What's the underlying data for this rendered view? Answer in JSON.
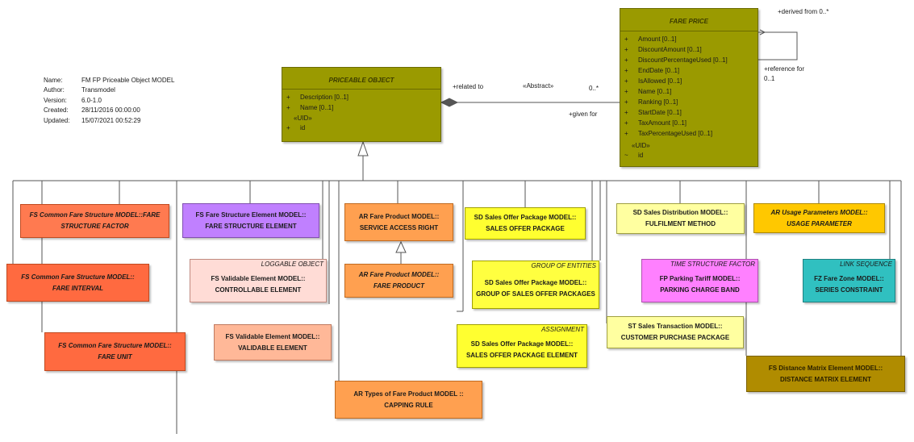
{
  "metadata": {
    "name_label": "Name:",
    "name": "FM FP Priceable Object MODEL",
    "author_label": "Author:",
    "author": "Transmodel",
    "version_label": "Version:",
    "version": "6.0-1.0",
    "created_label": "Created:",
    "created": "28/11/2016 00:00:00",
    "updated_label": "Updated:",
    "updated": "15/07/2021 00:52:29"
  },
  "priceable_object": {
    "title": "PRICEABLE OBJECT",
    "attributes": [
      {
        "vis": "+",
        "text": "Description [0..1]"
      },
      {
        "vis": "+",
        "text": "Name [0..1]"
      }
    ],
    "stereotype": "«UID»",
    "uid_vis": "+",
    "uid": "id"
  },
  "fare_price": {
    "title": "FARE PRICE",
    "attributes": [
      {
        "vis": "+",
        "text": "Amount [0..1]"
      },
      {
        "vis": "+",
        "text": "DiscountAmount [0..1]"
      },
      {
        "vis": "+",
        "text": "DiscountPercentageUsed [0..1]"
      },
      {
        "vis": "+",
        "text": "EndDate [0..1]"
      },
      {
        "vis": "+",
        "text": "IsAllowed [0..1]"
      },
      {
        "vis": "+",
        "text": "Name [0..1]"
      },
      {
        "vis": "+",
        "text": "Ranking [0..1]"
      },
      {
        "vis": "+",
        "text": "StartDate [0..1]"
      },
      {
        "vis": "+",
        "text": "TaxAmount [0..1]"
      },
      {
        "vis": "+",
        "text": "TaxPercentageUsed [0..1]"
      }
    ],
    "stereotype": "«UID»",
    "uid_vis": "~",
    "uid": "id"
  },
  "connector_labels": {
    "related_to": "+related to",
    "abstract": "«Abstract»",
    "mult": "0..*",
    "given_for": "+given for",
    "derived_from": "+derived from 0..*",
    "reference_for": "+reference for",
    "reference_mult": "0..1"
  },
  "boxes": [
    {
      "id": "fs-fare-structure-factor",
      "tag": "",
      "line1": "FS Common Fare Structure MODEL::FARE",
      "line2": "STRUCTURE FACTOR",
      "fill": "#ff7a50",
      "border": "#c04a20",
      "style": "it"
    },
    {
      "id": "fs-fare-interval",
      "tag": "",
      "line1": "FS Common Fare Structure MODEL::",
      "line2": "FARE INTERVAL",
      "fill": "#ff6a40",
      "border": "#c04a20",
      "style": "it"
    },
    {
      "id": "fs-fare-unit",
      "tag": "",
      "line1": "FS Common Fare Structure MODEL::",
      "line2": "FARE UNIT",
      "fill": "#ff6a40",
      "border": "#c04a20",
      "style": "it"
    },
    {
      "id": "fs-fare-structure-element",
      "tag": "",
      "line1": "FS Fare Structure Element MODEL::",
      "line2": "FARE STRUCTURE ELEMENT",
      "fill": "#c080ff",
      "border": "#8050b0",
      "style": "bd"
    },
    {
      "id": "fs-controllable-element",
      "tag": "LOGGABLE OBJECT",
      "line1": "FS Validable Element MODEL::",
      "line2": "CONTROLLABLE ELEMENT",
      "fill": "#ffdcd6",
      "border": "#c08a80",
      "style": "bd"
    },
    {
      "id": "fs-validable-element",
      "tag": "",
      "line1": "FS Validable Element MODEL::",
      "line2": "VALIDABLE ELEMENT",
      "fill": "#ffb898",
      "border": "#c07a60",
      "style": "bd"
    },
    {
      "id": "ar-service-access-right",
      "tag": "",
      "line1": "AR Fare Product MODEL::",
      "line2": "SERVICE ACCESS RIGHT",
      "fill": "#ffa050",
      "border": "#c06a20",
      "style": "bd"
    },
    {
      "id": "ar-fare-product",
      "tag": "",
      "line1": "AR Fare Product MODEL::",
      "line2": "FARE PRODUCT",
      "fill": "#ffa050",
      "border": "#c06a20",
      "style": "it"
    },
    {
      "id": "ar-capping-rule",
      "tag": "",
      "line1": "AR Types of Fare Product MODEL ::",
      "line2": "CAPPING RULE",
      "fill": "#ffa050",
      "border": "#c06a20",
      "style": "bd"
    },
    {
      "id": "sd-sales-offer-package",
      "tag": "",
      "line1": "SD Sales Offer Package MODEL::",
      "line2": "SALES OFFER PACKAGE",
      "fill": "#ffff30",
      "border": "#a0a000",
      "style": "bd"
    },
    {
      "id": "sd-group-of-sales-offer-packages",
      "tag": "GROUP OF ENTITIES",
      "line1": "SD Sales Offer Package MODEL::",
      "line2": "GROUP OF SALES OFFER PACKAGES",
      "fill": "#ffff40",
      "border": "#a0a000",
      "style": "bd"
    },
    {
      "id": "sd-sales-offer-package-element",
      "tag": "ASSIGNMENT",
      "line1": "SD Sales Offer Package MODEL::",
      "line2": "SALES OFFER PACKAGE ELEMENT",
      "fill": "#ffff30",
      "border": "#a0a000",
      "style": "bd"
    },
    {
      "id": "sd-fulfilment-method",
      "tag": "",
      "line1": "SD Sales Distribution MODEL::",
      "line2": "FULFILMENT METHOD",
      "fill": "#ffffa0",
      "border": "#a0a040",
      "style": "bd"
    },
    {
      "id": "st-customer-purchase-package",
      "tag": "",
      "line1": "ST Sales Transaction MODEL::",
      "line2": "CUSTOMER PURCHASE PACKAGE",
      "fill": "#ffffa0",
      "border": "#a0a040",
      "style": "bd"
    },
    {
      "id": "fp-parking-charge-band",
      "tag": "TIME STRUCTURE FACTOR",
      "line1": "FP Parking Tariff MODEL::",
      "line2": "PARKING CHARGE BAND",
      "fill": "#ff80ff",
      "border": "#b050b0",
      "style": "bd"
    },
    {
      "id": "ar-usage-parameter",
      "tag": "",
      "line1": "AR Usage Parameters MODEL::",
      "line2": "USAGE PARAMETER",
      "fill": "#ffc800",
      "border": "#b08a00",
      "style": "it"
    },
    {
      "id": "fz-series-constraint",
      "tag": "LINK SEQUENCE",
      "line1": "FZ Fare Zone MODEL::",
      "line2": "SERIES CONSTRAINT",
      "fill": "#30c0c0",
      "border": "#208080",
      "style": "bd"
    },
    {
      "id": "fs-distance-matrix-element",
      "tag": "",
      "line1": "FS Distance Matrix Element MODEL::",
      "line2": "DISTANCE MATRIX ELEMENT",
      "fill": "#b08c00",
      "border": "#7a6000",
      "style": "bd"
    }
  ]
}
